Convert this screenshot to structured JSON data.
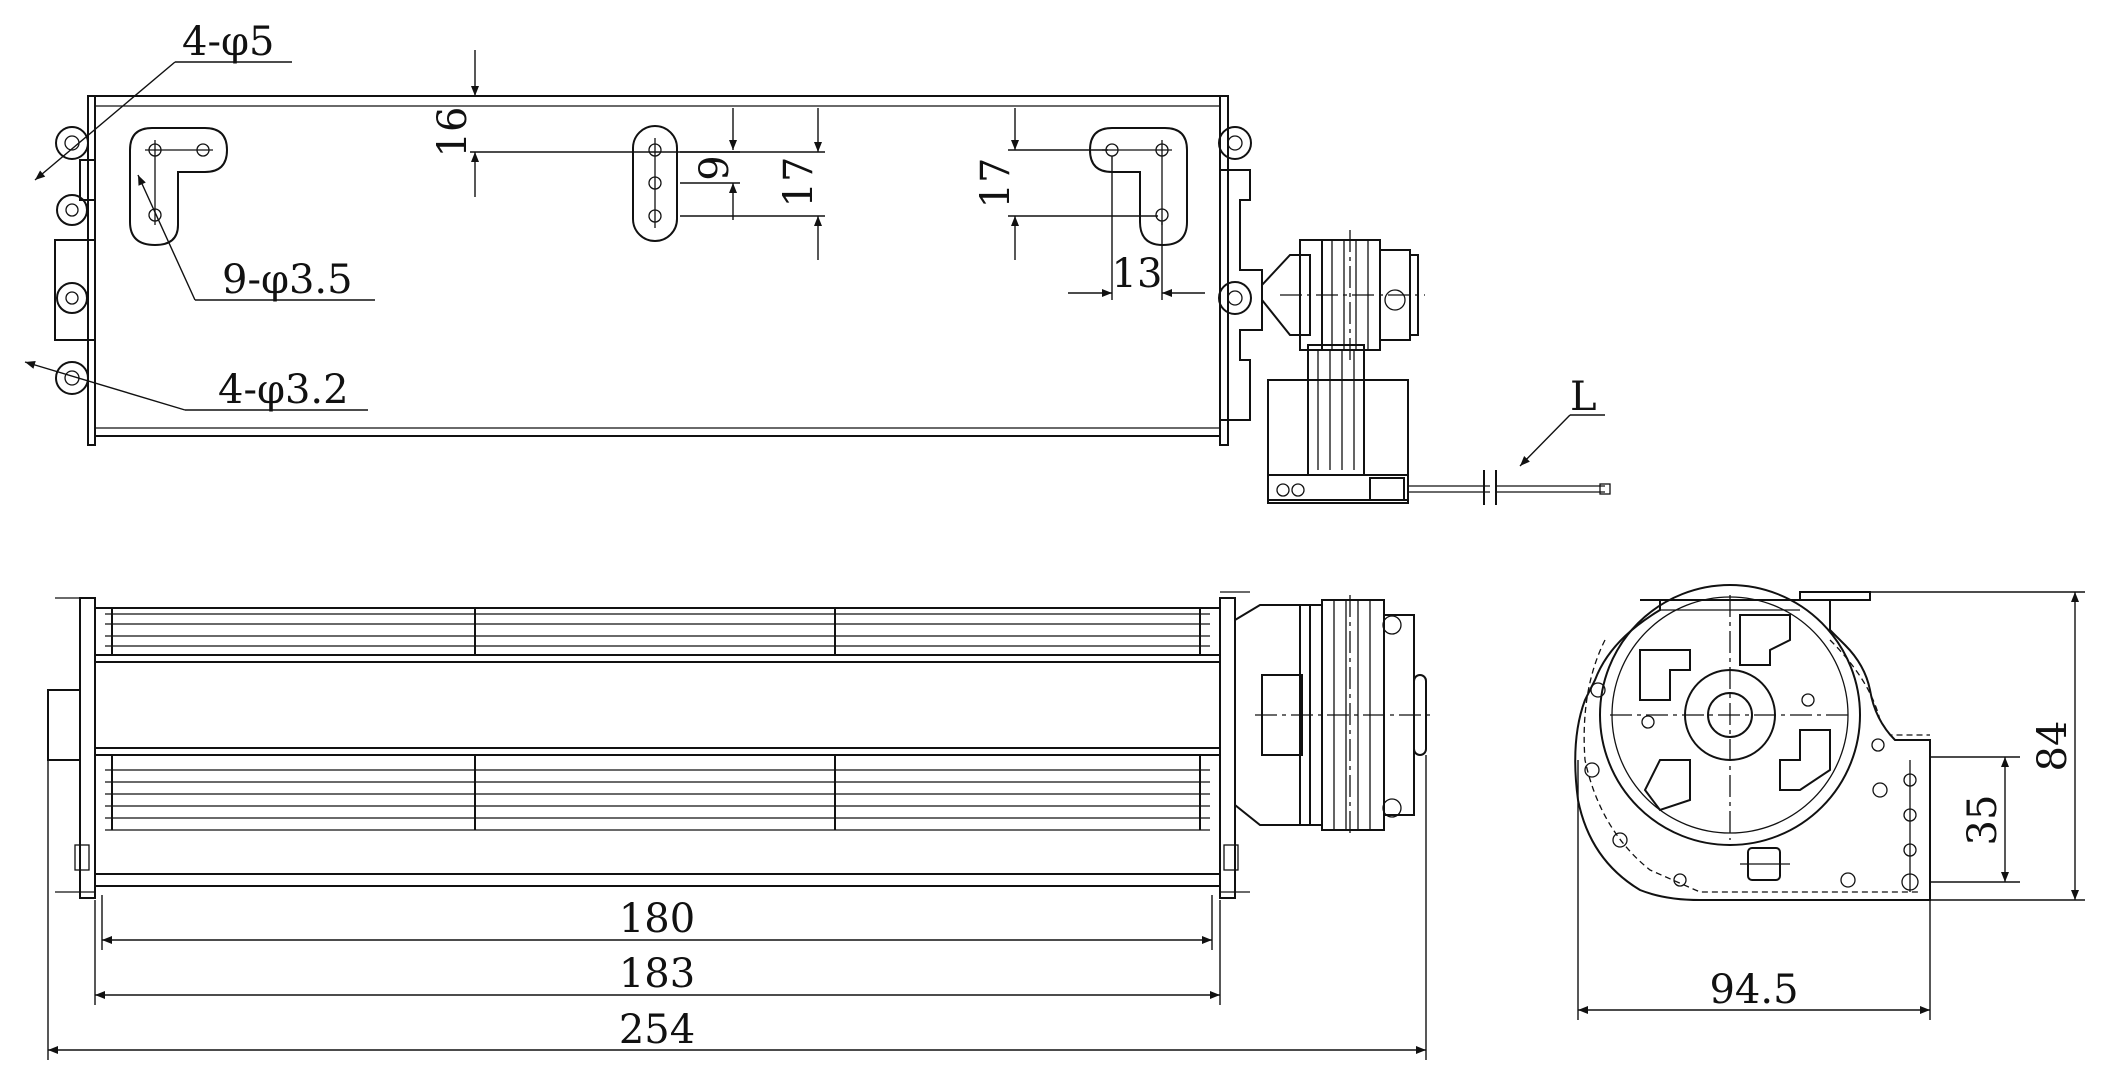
{
  "drawing": {
    "labels": {
      "holes_4_phi5": "4-φ5",
      "holes_9_phi3_5": "9-φ3.5",
      "holes_4_phi3_2": "4-φ3.2",
      "cable_length": "L"
    },
    "dimensions": {
      "top_offset": "16",
      "slot_spacing": "9",
      "slot_span": "17",
      "bracket_span": "17",
      "bracket_width": "13",
      "impeller_length": "180",
      "housing_length": "183",
      "overall_length": "254",
      "side_height": "84",
      "outlet_height": "35",
      "side_depth": "94.5"
    }
  }
}
